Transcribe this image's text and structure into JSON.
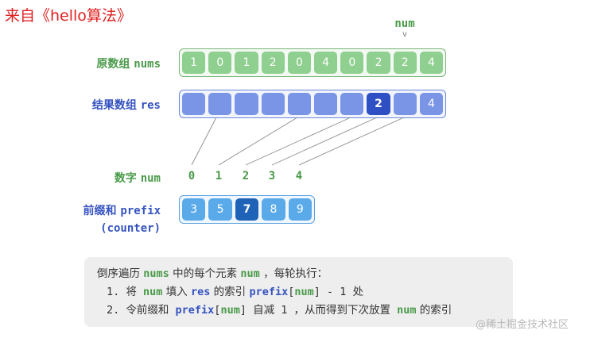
{
  "source": "来自《hello算法》",
  "pointer": {
    "label": "num",
    "arrow": "v"
  },
  "rows": {
    "nums": {
      "label_zh": "原数组",
      "label_code": "nums",
      "values": [
        "1",
        "0",
        "1",
        "2",
        "0",
        "4",
        "0",
        "2",
        "2",
        "4"
      ]
    },
    "res": {
      "label_zh": "结果数组",
      "label_code": "res",
      "values": [
        "",
        "",
        "",
        "",
        "",
        "",
        "",
        "2",
        "",
        "4"
      ]
    },
    "digits": {
      "label_zh": "数字",
      "label_code": "num",
      "values": [
        "0",
        "1",
        "2",
        "3",
        "4"
      ]
    },
    "prefix": {
      "label_zh": "前缀和",
      "label_code": "prefix",
      "label_sub": "(counter)",
      "values": [
        "3",
        "5",
        "7",
        "8",
        "9"
      ]
    }
  },
  "note": {
    "line1": {
      "a": "倒序遍历 ",
      "b": "nums",
      "c": " 中的每个元素 ",
      "d": "num",
      "e": " ，每轮执行："
    },
    "line2": {
      "a": "1. 将 ",
      "b": "num",
      "c": " 填入 ",
      "d": "res",
      "e": " 的索引 ",
      "f": "prefix",
      "g": "[",
      "h": "num",
      "i": "] - 1 处"
    },
    "line3": {
      "a": "2. 令前缀和 ",
      "b": "prefix",
      "c": "[",
      "d": "num",
      "e": "] 自减 1 ，从而得到下次放置 ",
      "f": "num",
      "g": " 的索引"
    }
  },
  "watermark": "@稀土掘金技术社区",
  "colors": {
    "green": "#4a9a4a",
    "blue": "#3553c0",
    "red": "#e02020",
    "highlight_blue": "#2f4fc4",
    "prefix_blue": "#5aaaea"
  }
}
